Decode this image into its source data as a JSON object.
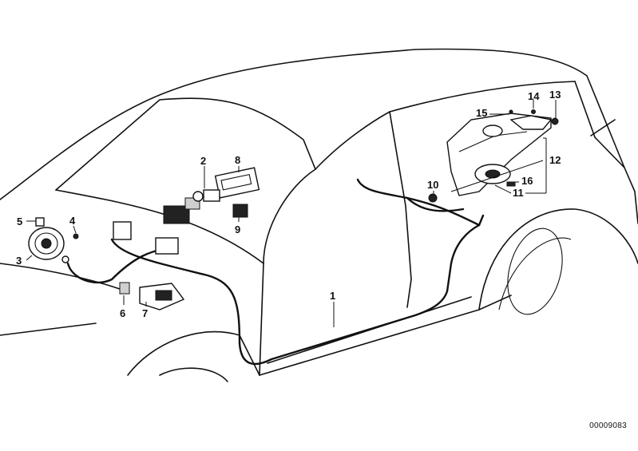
{
  "diagram": {
    "callouts": [
      "1",
      "2",
      "3",
      "4",
      "5",
      "6",
      "7",
      "8",
      "9",
      "10",
      "11",
      "12",
      "13",
      "14",
      "15",
      "16"
    ],
    "document_number": "00009083"
  },
  "icons": {
    "vehicle": "car-outline-icon",
    "harness": "wiring-harness-icon",
    "speaker": "speaker-icon"
  }
}
